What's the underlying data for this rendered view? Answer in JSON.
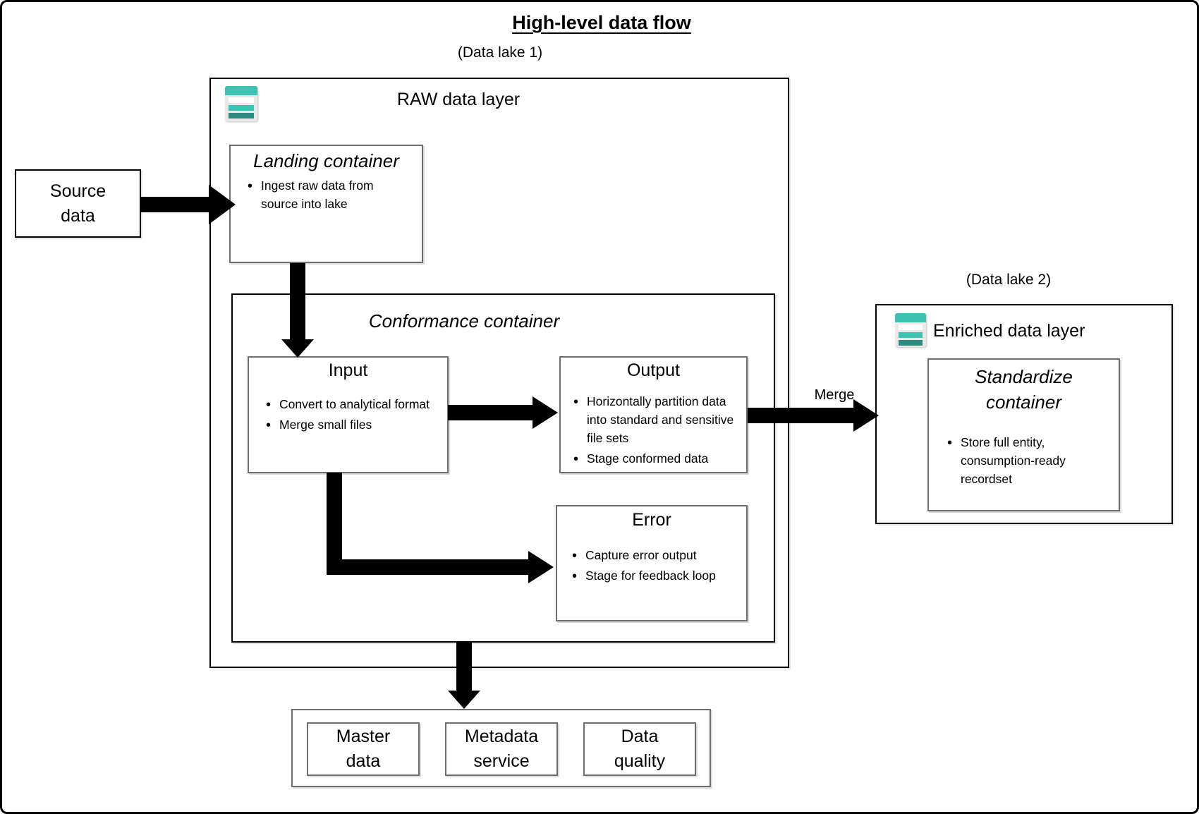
{
  "title": "High-level data flow",
  "source": {
    "title": "Source data"
  },
  "merge_label": "Merge",
  "lake1": {
    "label": "(Data lake 1)",
    "raw_layer": {
      "title": "RAW data layer",
      "icon": "datastore-icon",
      "landing": {
        "title": "Landing container",
        "bullets": [
          "Ingest raw data from source into lake"
        ]
      },
      "conformance": {
        "title": "Conformance container",
        "input": {
          "title": "Input",
          "bullets": [
            "Convert to analytical format",
            "Merge small files"
          ]
        },
        "output": {
          "title": "Output",
          "bullets": [
            "Horizontally partition data into standard and sensitive file sets",
            "Stage conformed data"
          ]
        },
        "error": {
          "title": "Error",
          "bullets": [
            "Capture error output",
            "Stage for feedback loop"
          ]
        }
      }
    }
  },
  "lake2": {
    "label": "(Data lake 2)",
    "enriched_layer": {
      "title": "Enriched data layer",
      "icon": "datastore-icon",
      "standardize": {
        "title": "Standardize container",
        "bullets": [
          "Store full entity, consumption-ready recordset"
        ]
      }
    }
  },
  "services": {
    "items": [
      {
        "label": "Master data"
      },
      {
        "label": "Metadata service"
      },
      {
        "label": "Data quality"
      }
    ]
  },
  "colors": {
    "accent_teal": "#3EC3B3",
    "accent_teal_dark": "#2E8A7E",
    "icon_background": "#E9E9E9",
    "box_border_gray": "#6E6E6E",
    "line_black": "#000000"
  }
}
